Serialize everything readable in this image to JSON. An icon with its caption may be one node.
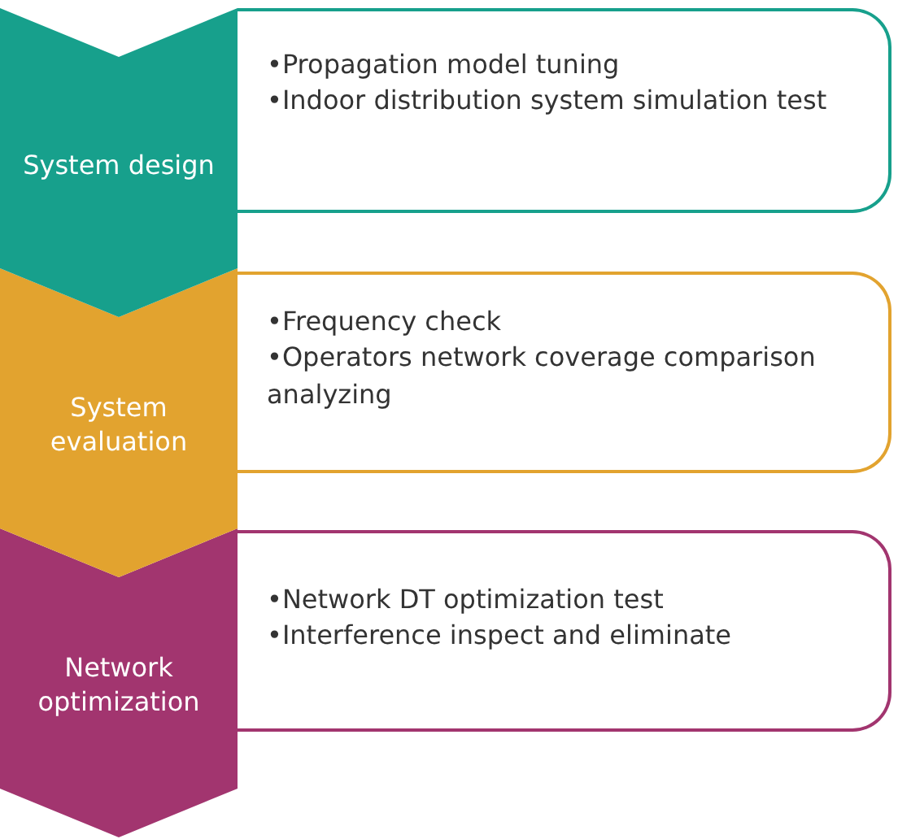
{
  "diagram": {
    "nodes": [
      {
        "text": [
          "System design"
        ]
      },
      {
        "text": [
          "•Propagation model tuning",
          "•Indoor distribution system simulation test"
        ]
      },
      {
        "text": [
          "System evaluation"
        ]
      },
      {
        "text": [
          "•Frequency check",
          "•Operators network coverage comparison analyzing"
        ]
      },
      {
        "text": [
          "Network optimization"
        ]
      },
      {
        "text": [
          "•Network DT optimization test",
          "•Interference inspect and eliminate"
        ]
      }
    ],
    "edges": [
      {
        "from": 0,
        "to": 2,
        "arrow": "to"
      },
      {
        "from": 2,
        "to": 4,
        "arrow": "to"
      },
      {
        "from": 4,
        "to": null,
        "arrow": "to"
      }
    ]
  }
}
